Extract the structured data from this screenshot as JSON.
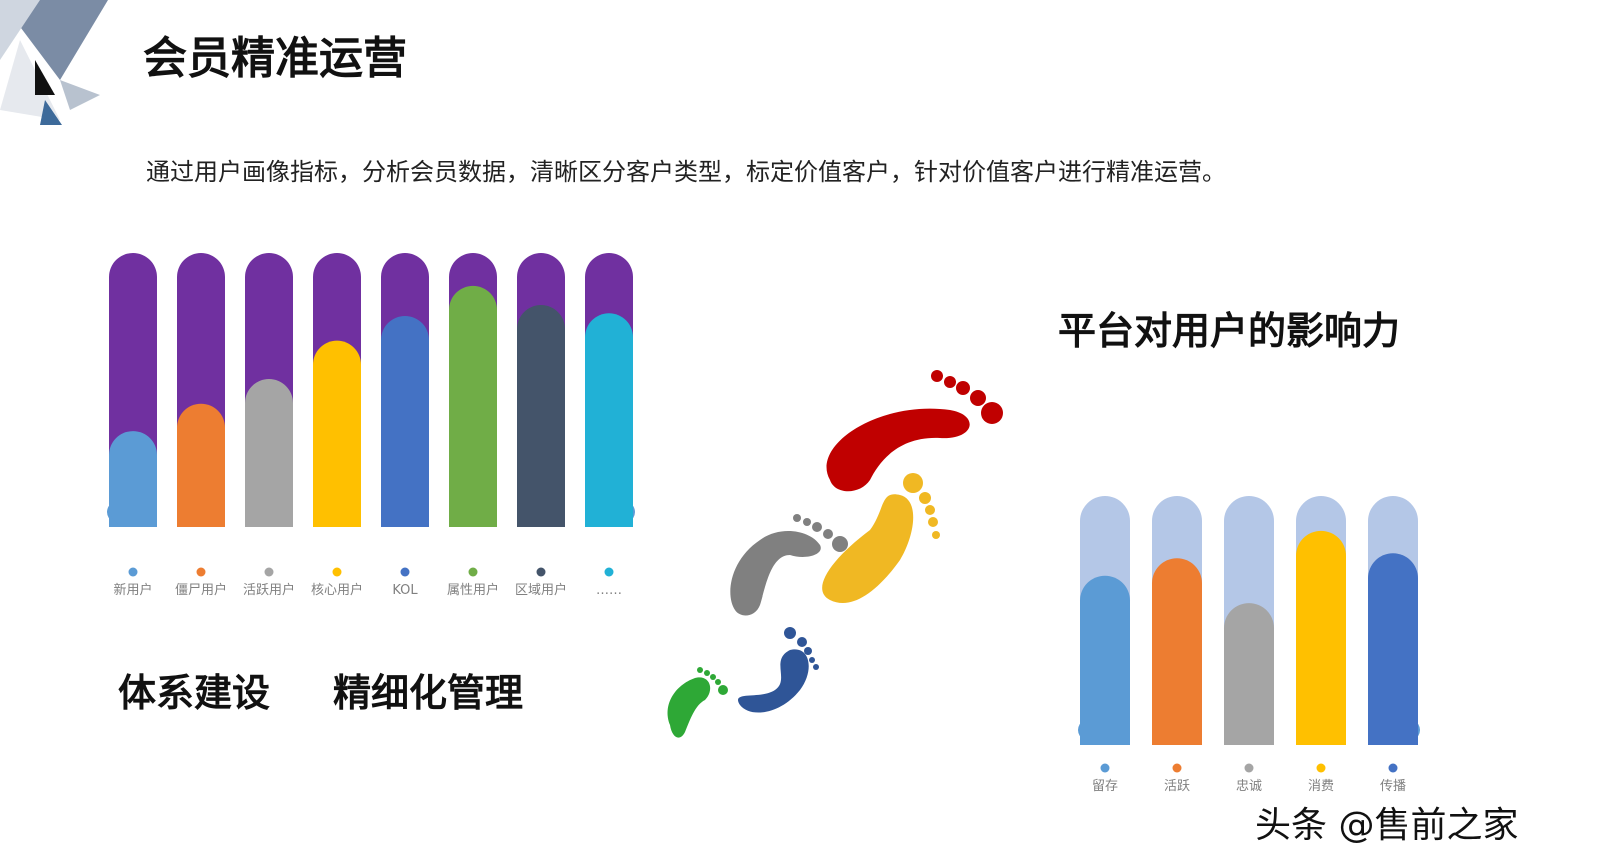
{
  "header": {
    "title": "会员精准运营",
    "subtitle": "通过用户画像指标，分析会员数据，清晰区分客户类型，标定价值客户，针对价值客户进行精准运营。"
  },
  "labels": {
    "system": "体系建设",
    "refine": "精细化管理",
    "right_title": "平台对用户的影响力"
  },
  "watermark": "头条 @售前之家",
  "chart_data": [
    {
      "type": "bar",
      "stacked_background": true,
      "background_color": "#7030a0",
      "categories": [
        "新用户",
        "僵尸用户",
        "活跃用户",
        "核心用户",
        "KOL",
        "属性用户",
        "区域用户",
        "……"
      ],
      "values": [
        0.35,
        0.45,
        0.54,
        0.68,
        0.77,
        0.88,
        0.81,
        0.78
      ],
      "colors": [
        "#5b9bd5",
        "#ed7d31",
        "#a5a5a5",
        "#ffc000",
        "#4472c4",
        "#70ad47",
        "#44546a",
        "#21b1d6"
      ],
      "ylim": [
        0,
        1
      ],
      "legend": "bottom"
    },
    {
      "type": "bar",
      "stacked_background": true,
      "background_color": "#b4c7e7",
      "categories": [
        "留存",
        "活跃",
        "忠诚",
        "消费",
        "传播"
      ],
      "values": [
        0.68,
        0.75,
        0.57,
        0.86,
        0.77
      ],
      "colors": [
        "#5b9bd5",
        "#ed7d31",
        "#a5a5a5",
        "#ffc000",
        "#4472c4"
      ],
      "ylim": [
        0,
        1
      ],
      "legend": "bottom"
    }
  ]
}
